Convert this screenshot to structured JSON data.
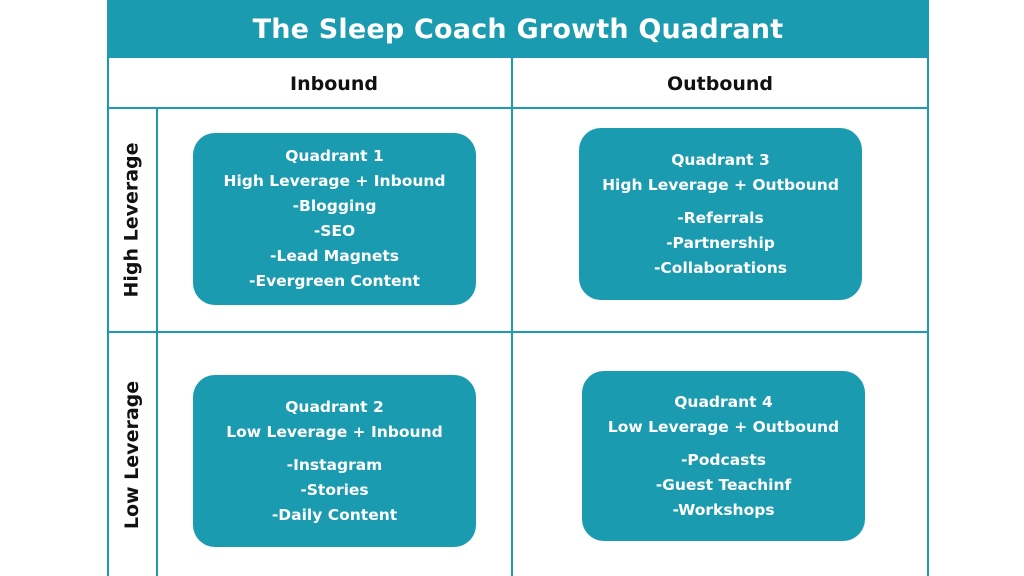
{
  "title": "The Sleep Coach Growth Quadrant",
  "columns": [
    "Inbound",
    "Outbound"
  ],
  "rows": [
    "High Leverage",
    "Low Leverage"
  ],
  "quadrants": [
    {
      "heading": "Quadrant 1",
      "subheading": "High Leverage + Inbound",
      "items": [
        "-Blogging",
        "-SEO",
        "-Lead Magnets",
        "-Evergreen Content"
      ]
    },
    {
      "heading": "Quadrant 3",
      "subheading": "High Leverage + Outbound",
      "items": [
        "-Referrals",
        "-Partnership",
        "-Collaborations"
      ]
    },
    {
      "heading": "Quadrant 2",
      "subheading": "Low Leverage + Inbound",
      "items": [
        "-Instagram",
        "-Stories",
        "-Daily Content"
      ]
    },
    {
      "heading": "Quadrant 4",
      "subheading": "Low Leverage + Outbound",
      "items": [
        "-Podcasts",
        "-Guest Teachinf",
        "-Workshops"
      ]
    }
  ],
  "colors": {
    "accent": "#1a9bb0",
    "text": "#111111",
    "box_text": "#ffffff"
  }
}
